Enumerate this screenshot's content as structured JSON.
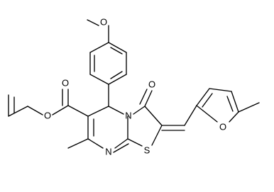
{
  "diagram": {
    "kind": "chemical-structure",
    "atoms": {
      "methoxy_oxygen": "O",
      "ester_alkoxy_oxygen": "O",
      "ester_carbonyl_oxygen": "O",
      "ring_ketone_oxygen": "O",
      "ring_nitrogen": "N",
      "pyrimidine_nitrogen": "N",
      "thiazole_sulfur": "S",
      "furan_oxygen": "O"
    },
    "colors": {
      "bond": "#000000",
      "label": "#000000",
      "background": "#ffffff"
    }
  }
}
